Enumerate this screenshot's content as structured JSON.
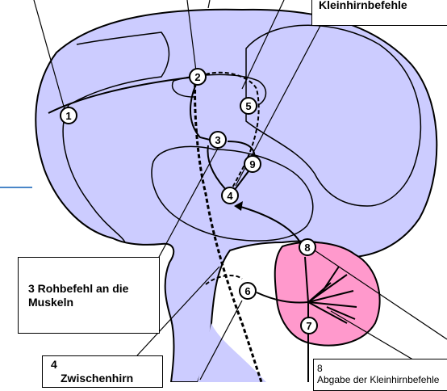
{
  "labels": {
    "top_right": "Kleinhirnbefehle",
    "muscles": "3 Rohbefehl an die Muskeln",
    "zwischenhirn_number": "4",
    "zwischenhirn_name": "Zwischenhirn",
    "bottom_right_number": "8",
    "bottom_right_text": "Abgabe der Kleinhirnbefehle"
  },
  "markers": [
    "1",
    "2",
    "3",
    "4",
    "5",
    "6",
    "7",
    "8",
    "9"
  ],
  "colors": {
    "brain_fill": "#ccccff",
    "cerebellum_fill": "#ff99cc",
    "outline": "#000000",
    "accent_line": "#4a86c8"
  }
}
